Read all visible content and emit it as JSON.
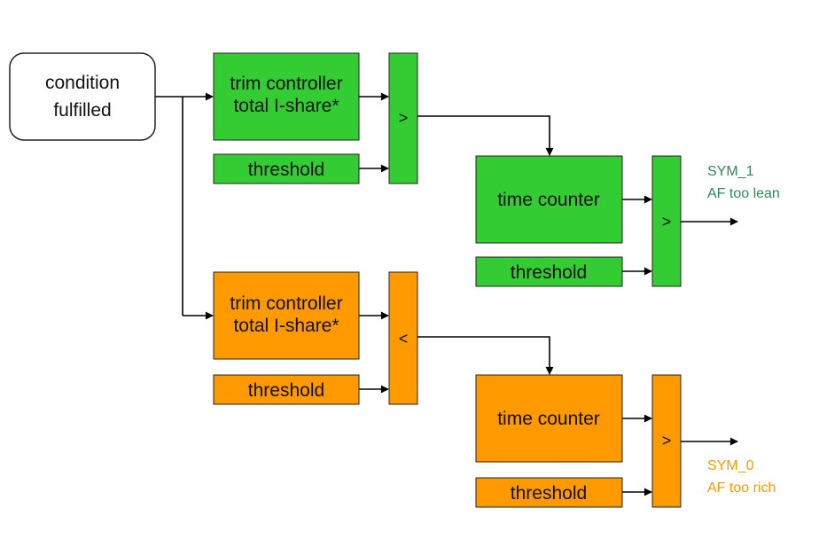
{
  "colors": {
    "lean": "#33cc33",
    "rich": "#ff9900",
    "lean_text": "#2e8b57",
    "rich_text": "#ff9900",
    "box_border": "#222222"
  },
  "condition": {
    "line1": "condition",
    "line2": "fulfilled"
  },
  "lean_branch": {
    "trim": {
      "line1": "trim controller",
      "line2": "total I-share*"
    },
    "threshold1": "threshold",
    "comparator1": ">",
    "time_counter": "time counter",
    "threshold2": "threshold",
    "comparator2": ">",
    "output": {
      "line1": "SYM_1",
      "line2": "AF too lean"
    }
  },
  "rich_branch": {
    "trim": {
      "line1": "trim controller",
      "line2": "total I-share*"
    },
    "threshold1": "threshold",
    "comparator1": "<",
    "time_counter": "time counter",
    "threshold2": "threshold",
    "comparator2": ">",
    "output": {
      "line1": "SYM_0",
      "line2": "AF too rich"
    }
  }
}
